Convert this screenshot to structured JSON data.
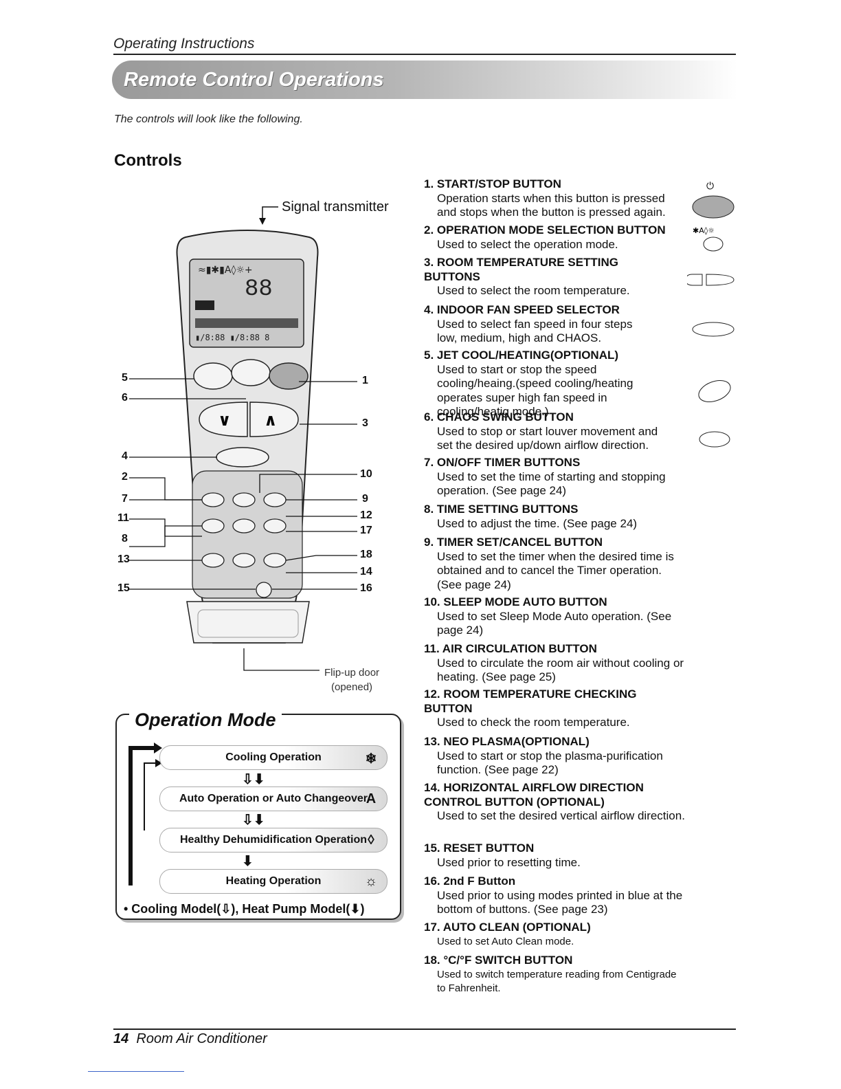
{
  "header": {
    "section": "Operating Instructions",
    "banner": "Remote Control Operations"
  },
  "intro": "The controls will look like the following.",
  "controls_heading": "Controls",
  "remote": {
    "signal_label": "Signal transmitter",
    "flip_door": [
      "Flip-up door",
      "(opened)"
    ],
    "callouts_left": [
      "5",
      "6",
      "4",
      "2",
      "7",
      "11",
      "8",
      "13",
      "15"
    ],
    "callouts_right": [
      "1",
      "3",
      "10",
      "9",
      "12",
      "17",
      "18",
      "14",
      "16"
    ]
  },
  "items": [
    {
      "title": "1. START/STOP BUTTON",
      "desc": "Operation starts when this button is pressed and stops when the button is pressed again."
    },
    {
      "title": "2. OPERATION MODE SELECTION BUTTON",
      "desc": "Used to select the operation mode."
    },
    {
      "title": "3. ROOM TEMPERATURE SETTING BUTTONS",
      "desc": "Used to select the room temperature."
    },
    {
      "title": "4. INDOOR FAN SPEED SELECTOR",
      "desc": "Used to select fan speed in four steps low, medium, high and CHAOS."
    },
    {
      "title": "5. JET COOL/HEATING(OPTIONAL)",
      "desc": "Used to start or stop the speed cooling/heaing.(speed cooling/heating operates super high fan speed in cooling/heatig mode.)"
    },
    {
      "title": "6. CHAOS SWING BUTTON",
      "desc": "Used to stop or start louver movement and set the desired up/down airflow direction."
    },
    {
      "title": "7. ON/OFF TIMER BUTTONS",
      "desc": "Used to set the time of starting and stopping operation. (See page 24)"
    },
    {
      "title": "8. TIME SETTING BUTTONS",
      "desc": "Used to adjust the time. (See page 24)"
    },
    {
      "title": "9. TIMER SET/CANCEL BUTTON",
      "desc": "Used to set the timer when the desired time is obtained and to cancel the Timer operation. (See page 24)"
    },
    {
      "title": "10. SLEEP MODE AUTO BUTTON",
      "desc": "Used to set Sleep Mode Auto operation. (See page 24)"
    },
    {
      "title": "11. AIR CIRCULATION BUTTON",
      "desc": "Used to circulate the room air without cooling or heating. (See page 25)"
    },
    {
      "title": "12. ROOM TEMPERATURE CHECKING BUTTON",
      "desc": "Used to check the room temperature."
    },
    {
      "title": "13. NEO PLASMA(OPTIONAL)",
      "desc": "Used to start or stop the plasma-purification function. (See page 22)"
    },
    {
      "title": "14. HORIZONTAL AIRFLOW DIRECTION CONTROL BUTTON (OPTIONAL)",
      "desc": "Used to set the desired vertical airflow direction."
    },
    {
      "title": "15. RESET BUTTON",
      "desc": "Used prior to resetting time."
    },
    {
      "title": "16. 2nd F Button",
      "desc": "Used prior to using modes printed in blue at the bottom of buttons. (See page 23)"
    },
    {
      "title": "17. AUTO CLEAN (OPTIONAL)",
      "desc": "Used to set Auto Clean mode."
    },
    {
      "title": "18. °C/°F SWITCH BUTTON",
      "desc": "Used to switch temperature reading from Centigrade to Fahrenheit."
    }
  ],
  "operation_mode": {
    "title": "Operation Mode",
    "modes": [
      "Cooling Operation",
      "Auto Operation or Auto Changeover",
      "Healthy Dehumidification Operation",
      "Heating Operation"
    ],
    "arrows": [
      "⇩⬇",
      "⇩⬇",
      "⬇"
    ],
    "footnote": "• Cooling Model(⇩), Heat Pump Model(⬇)"
  },
  "footer": {
    "page": "14",
    "title": "Room Air Conditioner"
  }
}
